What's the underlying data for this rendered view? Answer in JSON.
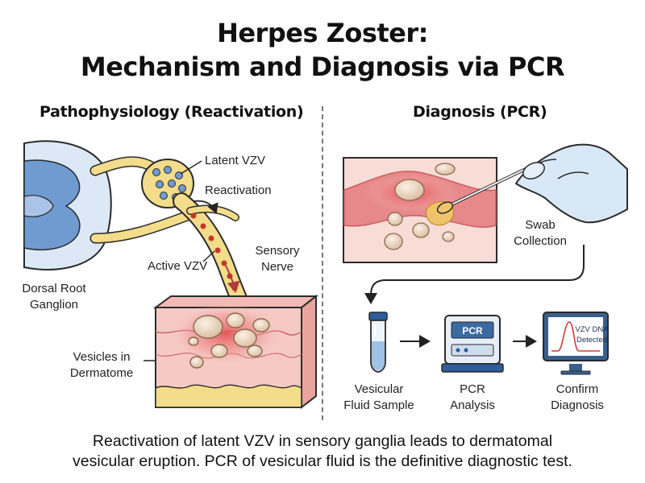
{
  "title": {
    "line1": "Herpes Zoster:",
    "line2": "Mechanism and Diagnosis via PCR"
  },
  "left_panel": {
    "heading": "Pathophysiology (Reactivation)",
    "labels": {
      "latent_vzv": "Latent VZV",
      "reactivation": "Reactivation",
      "active_vzv": "Active VZV",
      "sensory_nerve_1": "Sensory",
      "sensory_nerve_2": "Nerve",
      "drg_1": "Dorsal Root",
      "drg_2": "Ganglion",
      "vesicles_1": "Vesicles in",
      "vesicles_2": "Dermatome"
    }
  },
  "right_panel": {
    "heading": "Diagnosis (PCR)",
    "labels": {
      "swab_1": "Swab",
      "swab_2": "Collection",
      "sample_1": "Vesicular",
      "sample_2": "Fluid Sample",
      "pcr_1": "PCR",
      "pcr_2": "Analysis",
      "confirm_1": "Confirm",
      "confirm_2": "Diagnosis",
      "pcr_screen": "PCR",
      "monitor_1": "VZV DNA",
      "monitor_2": "Detected"
    }
  },
  "footer": {
    "line1": "Reactivation of latent VZV in sensory ganglia leads to dermatomal",
    "line2": "vesicular eruption. PCR of vesicular fluid is the definitive diagnostic test."
  },
  "colors": {
    "nerve": "#f3dc8a",
    "spine_blue": "#6f9bd0",
    "skin_pink": "#f6c9c5",
    "inflamed_red": "#e2474b",
    "virus_dot": "#c0392b",
    "vesicle": "#ead5bf",
    "outline": "#2b2b2b",
    "glove": "#d9e8f6",
    "pcr_screen": "#3a6aa0"
  }
}
